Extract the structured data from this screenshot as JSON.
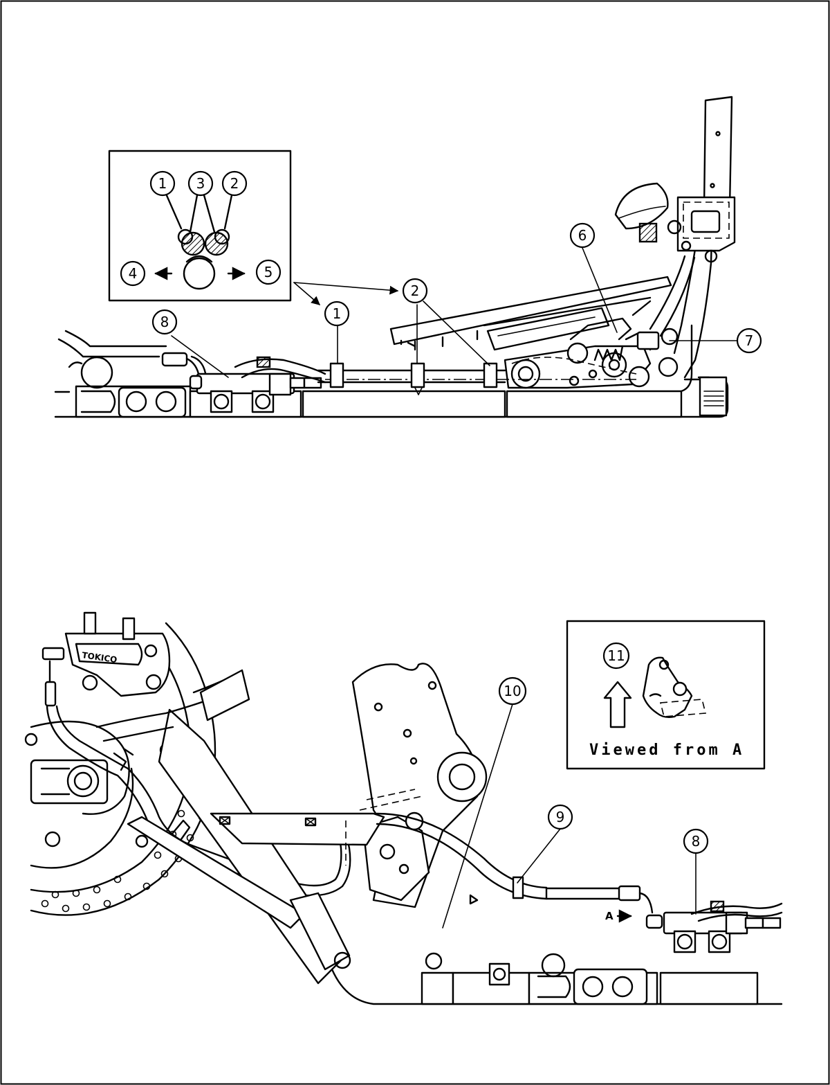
{
  "callouts": {
    "inset_top": {
      "c1": "1",
      "c2": "2",
      "c3": "3",
      "c4": "4",
      "c5": "5"
    },
    "upper": {
      "c1": "1",
      "c2": "2",
      "c6": "6",
      "c7": "7",
      "c8": "8"
    },
    "lower": {
      "c8": "8",
      "c9": "9",
      "c10": "10",
      "c11": "11"
    }
  },
  "inset_bottom": {
    "caption": "Viewed from A"
  },
  "view_marker": {
    "label": "A"
  },
  "caliper_brand": "TOKICO"
}
